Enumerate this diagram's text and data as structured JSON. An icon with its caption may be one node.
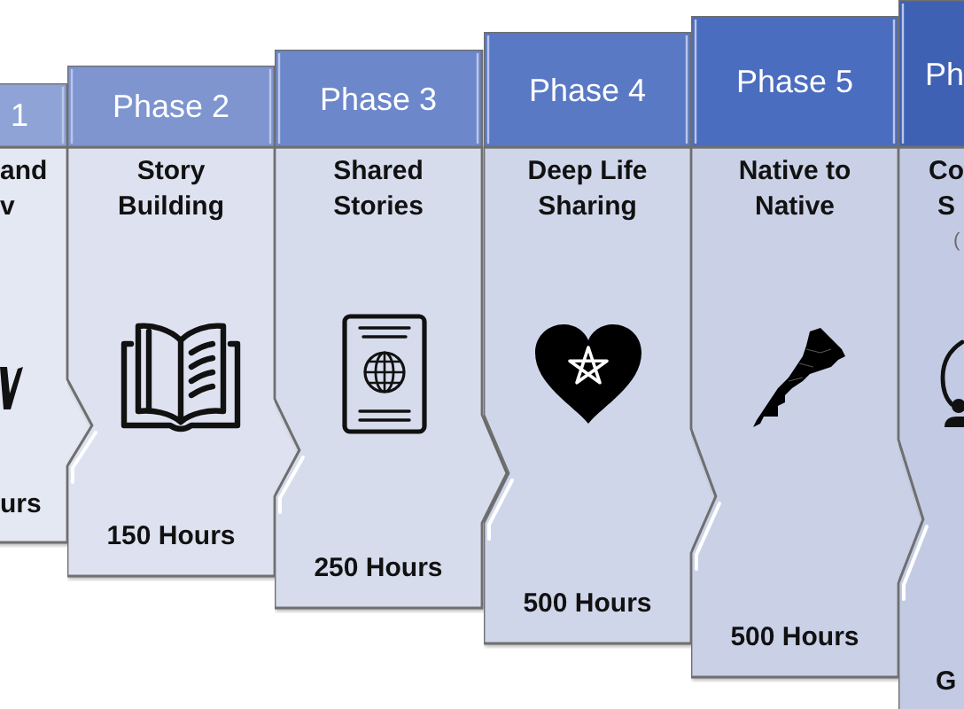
{
  "diagram": {
    "nodes": [
      {
        "text": [
          "1",
          "and v",
          "urs"
        ]
      },
      {
        "text": [
          "Phase 2",
          "Story Building",
          "150 Hours"
        ]
      },
      {
        "text": [
          "Phase 3",
          "Shared Stories",
          "250 Hours"
        ]
      },
      {
        "text": [
          "Phase 4",
          "Deep Life Sharing",
          "500 Hours"
        ]
      },
      {
        "text": [
          "Phase 5",
          "Native to Native",
          "500 Hours"
        ]
      },
      {
        "text": [
          "Ph",
          "Co S",
          "(",
          "G"
        ]
      }
    ]
  }
}
